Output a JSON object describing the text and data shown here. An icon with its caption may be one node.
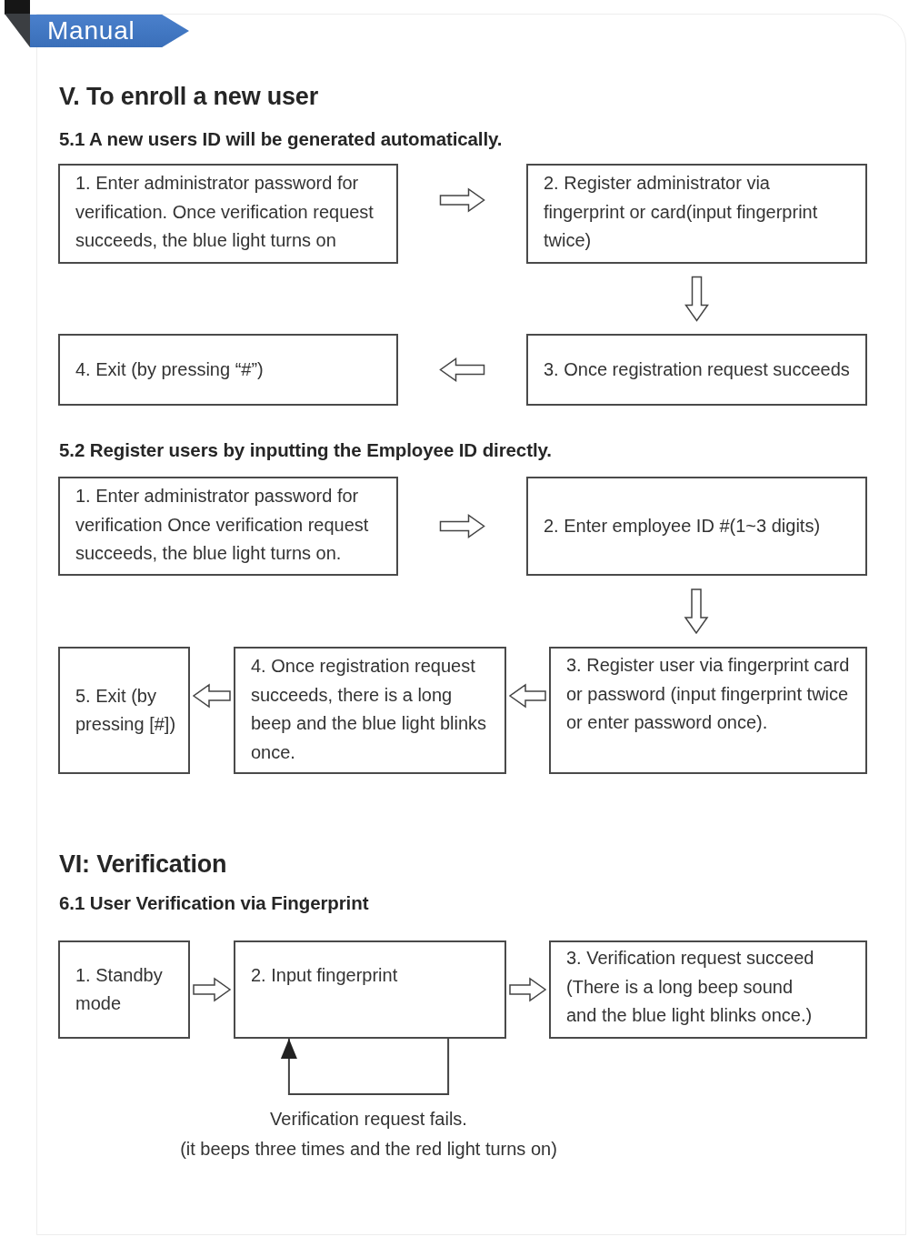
{
  "diagram": {
    "nodes": [
      {
        "text": [
          "Manual"
        ]
      },
      {
        "text": [
          "1. Enter administrator password for verification. Once verification request succeeds, the blue light turns on"
        ]
      },
      {
        "text": [
          "2. Register administrator via fingerprint or card(input fingerprint twice)"
        ]
      },
      {
        "text": [
          "4. Exit (by pressing “#”)"
        ]
      },
      {
        "text": [
          "3. Once registration request succeeds"
        ]
      },
      {
        "text": [
          "1. Enter administrator password for verification Once verification request succeeds, the blue light turns on."
        ]
      },
      {
        "text": [
          "2. Enter employee ID #(1~3 digits)"
        ]
      },
      {
        "text": [
          "5. Exit (by pressing [#])"
        ]
      },
      {
        "text": [
          "4. Once registration request succeeds, there is a long beep and the blue light blinks once."
        ]
      },
      {
        "text": [
          "3. Register user via fingerprint card or password (input fingerprint twice or enter password once)."
        ]
      },
      {
        "text": [
          "1. Standby mode"
        ]
      },
      {
        "text": [
          "2. Input fingerprint"
        ]
      },
      {
        "text": [
          "3. Verification request succeed (There is a long beep sound and the blue light blinks once.)"
        ]
      }
    ],
    "edges": [
      {
        "from": 1,
        "to": 2,
        "arrow": "to"
      },
      {
        "from": 2,
        "to": 4,
        "arrow": "to"
      },
      {
        "from": 4,
        "to": 3,
        "arrow": "to"
      },
      {
        "from": 5,
        "to": 6,
        "arrow": "to"
      },
      {
        "from": 6,
        "to": 9,
        "arrow": "to"
      },
      {
        "from": 9,
        "to": 8,
        "arrow": "to"
      },
      {
        "from": 8,
        "to": 7,
        "arrow": "to"
      },
      {
        "from": 10,
        "to": 11,
        "arrow": "to"
      },
      {
        "from": 11,
        "to": 12,
        "arrow": "to"
      },
      {
        "from": 11,
        "to": 11,
        "arrow": "to",
        "label": "Verification request fails. (it beeps three times and the red light turns on)"
      }
    ],
    "labels": [
      "V. To enroll a new user",
      "5.1 A new users ID will be generated automatically.",
      "5.2 Register users by inputting the Employee ID directly.",
      "VI: Verification",
      "6.1 User Verification via Fingerprint"
    ]
  }
}
